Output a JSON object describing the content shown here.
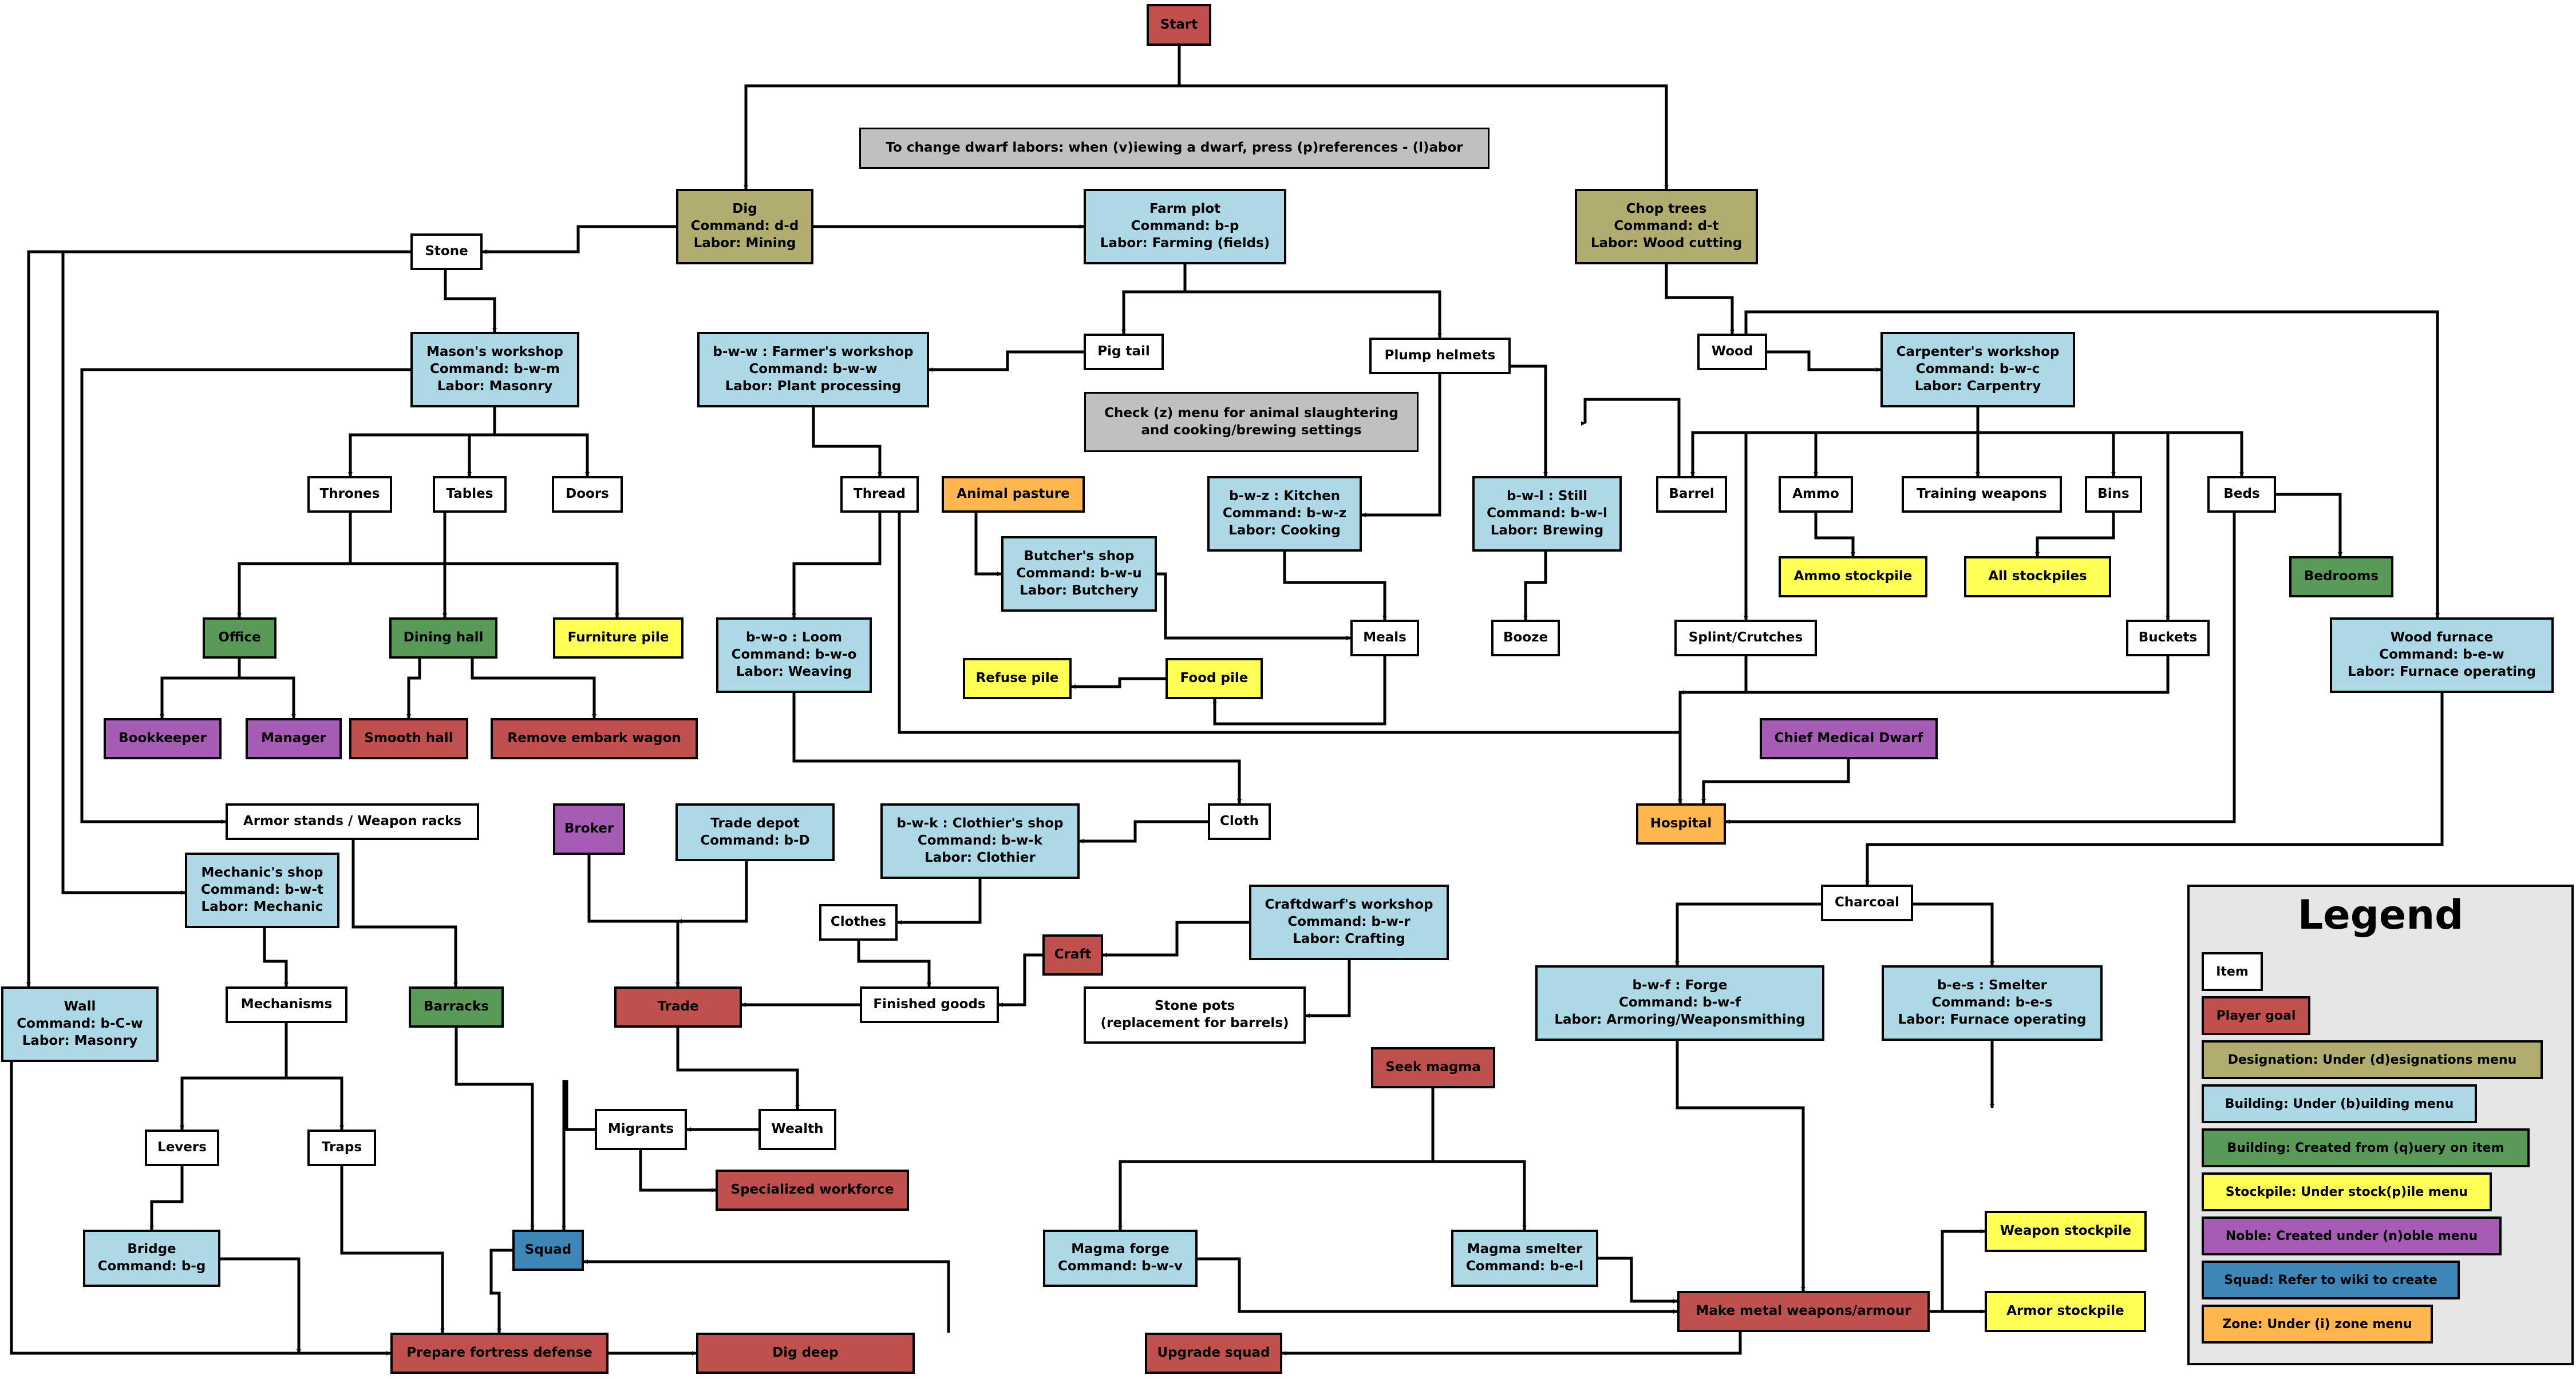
{
  "colors": {
    "item": "#ffffff",
    "goal": "#c0504d",
    "designation": "#b1ad6e",
    "building": "#add8e6",
    "created": "#5a9a58",
    "stockpile": "#ffff55",
    "noble": "#a65bb4",
    "squad": "#3d87b8",
    "zone": "#ffb64f",
    "note": "#c0c0c0"
  },
  "nodes": {
    "start": {
      "lines": [
        "Start"
      ],
      "kind": "goal"
    },
    "note_labors": {
      "lines": [
        "To change dwarf labors: when (v)iewing a dwarf, press (p)references - (l)abor"
      ],
      "kind": "note"
    },
    "dig": {
      "lines": [
        "Dig",
        "Command: d-d",
        "Labor: Mining"
      ],
      "kind": "designation"
    },
    "farm_plot": {
      "lines": [
        "Farm plot",
        "Command: b-p",
        "Labor: Farming (fields)"
      ],
      "kind": "building"
    },
    "chop_trees": {
      "lines": [
        "Chop trees",
        "Command: d-t",
        "Labor: Wood cutting"
      ],
      "kind": "designation"
    },
    "stone": {
      "lines": [
        "Stone"
      ],
      "kind": "item"
    },
    "masons_workshop": {
      "lines": [
        "Mason's workshop",
        "Command: b-w-m",
        "Labor: Masonry"
      ],
      "kind": "building"
    },
    "farmers_workshop": {
      "lines": [
        "b-w-w : Farmer's workshop",
        "Command: b-w-w",
        "Labor: Plant processing"
      ],
      "kind": "building"
    },
    "pig_tail": {
      "lines": [
        "Pig tail"
      ],
      "kind": "item"
    },
    "plump_helmets": {
      "lines": [
        "Plump helmets"
      ],
      "kind": "item"
    },
    "note_z": {
      "lines": [
        "Check (z) menu for animal slaughtering",
        "and cooking/brewing settings"
      ],
      "kind": "note"
    },
    "wood": {
      "lines": [
        "Wood"
      ],
      "kind": "item"
    },
    "carpenters_workshop": {
      "lines": [
        "Carpenter's workshop",
        "Command: b-w-c",
        "Labor: Carpentry"
      ],
      "kind": "building"
    },
    "thrones": {
      "lines": [
        "Thrones"
      ],
      "kind": "item"
    },
    "tables": {
      "lines": [
        "Tables"
      ],
      "kind": "item"
    },
    "doors": {
      "lines": [
        "Doors"
      ],
      "kind": "item"
    },
    "thread": {
      "lines": [
        "Thread"
      ],
      "kind": "item"
    },
    "animal_pasture": {
      "lines": [
        "Animal pasture"
      ],
      "kind": "zone"
    },
    "kitchen": {
      "lines": [
        "b-w-z : Kitchen",
        "Command: b-w-z",
        "Labor: Cooking"
      ],
      "kind": "building"
    },
    "still": {
      "lines": [
        "b-w-l : Still",
        "Command: b-w-l",
        "Labor: Brewing"
      ],
      "kind": "building"
    },
    "barrel": {
      "lines": [
        "Barrel"
      ],
      "kind": "item"
    },
    "ammo": {
      "lines": [
        "Ammo"
      ],
      "kind": "item"
    },
    "training_weapons": {
      "lines": [
        "Training weapons"
      ],
      "kind": "item"
    },
    "bins": {
      "lines": [
        "Bins"
      ],
      "kind": "item"
    },
    "beds": {
      "lines": [
        "Beds"
      ],
      "kind": "item"
    },
    "butchers_shop": {
      "lines": [
        "Butcher's shop",
        "Command: b-w-u",
        "Labor: Butchery"
      ],
      "kind": "building"
    },
    "ammo_stockpile": {
      "lines": [
        "Ammo stockpile"
      ],
      "kind": "stockpile"
    },
    "all_stockpiles": {
      "lines": [
        "All stockpiles"
      ],
      "kind": "stockpile"
    },
    "bedrooms": {
      "lines": [
        "Bedrooms"
      ],
      "kind": "created"
    },
    "office": {
      "lines": [
        "Office"
      ],
      "kind": "created"
    },
    "dining_hall": {
      "lines": [
        "Dining hall"
      ],
      "kind": "created"
    },
    "furniture_pile": {
      "lines": [
        "Furniture pile"
      ],
      "kind": "stockpile"
    },
    "loom": {
      "lines": [
        "b-w-o : Loom",
        "Command: b-w-o",
        "Labor: Weaving"
      ],
      "kind": "building"
    },
    "meals": {
      "lines": [
        "Meals"
      ],
      "kind": "item"
    },
    "booze": {
      "lines": [
        "Booze"
      ],
      "kind": "item"
    },
    "splint": {
      "lines": [
        "Splint/Crutches"
      ],
      "kind": "item"
    },
    "buckets": {
      "lines": [
        "Buckets"
      ],
      "kind": "item"
    },
    "wood_furnace": {
      "lines": [
        "Wood furnace",
        "Command: b-e-w",
        "Labor: Furnace operating"
      ],
      "kind": "building"
    },
    "refuse_pile": {
      "lines": [
        "Refuse pile"
      ],
      "kind": "stockpile"
    },
    "food_pile": {
      "lines": [
        "Food pile"
      ],
      "kind": "stockpile"
    },
    "bookkeeper": {
      "lines": [
        "Bookkeeper"
      ],
      "kind": "noble"
    },
    "manager": {
      "lines": [
        "Manager"
      ],
      "kind": "noble"
    },
    "smooth_hall": {
      "lines": [
        "Smooth hall"
      ],
      "kind": "goal"
    },
    "remove_wagon": {
      "lines": [
        "Remove embark wagon"
      ],
      "kind": "goal"
    },
    "cmd": {
      "lines": [
        "Chief Medical Dwarf"
      ],
      "kind": "noble"
    },
    "armor_stands": {
      "lines": [
        "Armor stands / Weapon racks"
      ],
      "kind": "item"
    },
    "broker": {
      "lines": [
        "Broker"
      ],
      "kind": "noble"
    },
    "trade_depot": {
      "lines": [
        "Trade depot",
        "Command: b-D"
      ],
      "kind": "building"
    },
    "clothiers_shop": {
      "lines": [
        "b-w-k : Clothier's shop",
        "Command: b-w-k",
        "Labor: Clothier"
      ],
      "kind": "building"
    },
    "cloth": {
      "lines": [
        "Cloth"
      ],
      "kind": "item"
    },
    "hospital": {
      "lines": [
        "Hospital"
      ],
      "kind": "zone"
    },
    "mechanics_shop": {
      "lines": [
        "Mechanic's shop",
        "Command: b-w-t",
        "Labor: Mechanic"
      ],
      "kind": "building"
    },
    "craftdwarfs_workshop": {
      "lines": [
        "Craftdwarf's workshop",
        "Command: b-w-r",
        "Labor: Crafting"
      ],
      "kind": "building"
    },
    "charcoal": {
      "lines": [
        "Charcoal"
      ],
      "kind": "item"
    },
    "clothes": {
      "lines": [
        "Clothes"
      ],
      "kind": "item"
    },
    "craft": {
      "lines": [
        "Craft"
      ],
      "kind": "goal"
    },
    "wall": {
      "lines": [
        "Wall",
        "Command: b-C-w",
        "Labor: Masonry"
      ],
      "kind": "building"
    },
    "mechanisms": {
      "lines": [
        "Mechanisms"
      ],
      "kind": "item"
    },
    "barracks": {
      "lines": [
        "Barracks"
      ],
      "kind": "created"
    },
    "trade": {
      "lines": [
        "Trade"
      ],
      "kind": "goal"
    },
    "finished_goods": {
      "lines": [
        "Finished goods"
      ],
      "kind": "item"
    },
    "stone_pots": {
      "lines": [
        "Stone pots",
        "(replacement for barrels)"
      ],
      "kind": "item"
    },
    "forge": {
      "lines": [
        "b-w-f : Forge",
        "Command: b-w-f",
        "Labor: Armoring/Weaponsmithing"
      ],
      "kind": "building"
    },
    "smelter": {
      "lines": [
        "b-e-s : Smelter",
        "Command: b-e-s",
        "Labor: Furnace operating"
      ],
      "kind": "building"
    },
    "seek_magma": {
      "lines": [
        "Seek magma"
      ],
      "kind": "goal"
    },
    "migrants": {
      "lines": [
        "Migrants"
      ],
      "kind": "item"
    },
    "wealth": {
      "lines": [
        "Wealth"
      ],
      "kind": "item"
    },
    "levers": {
      "lines": [
        "Levers"
      ],
      "kind": "item"
    },
    "traps": {
      "lines": [
        "Traps"
      ],
      "kind": "item"
    },
    "specialized_workforce": {
      "lines": [
        "Specialized workforce"
      ],
      "kind": "goal"
    },
    "bridge": {
      "lines": [
        "Bridge",
        "Command: b-g"
      ],
      "kind": "building"
    },
    "squad": {
      "lines": [
        "Squad"
      ],
      "kind": "squad"
    },
    "magma_forge": {
      "lines": [
        "Magma forge",
        "Command: b-w-v"
      ],
      "kind": "building"
    },
    "magma_smelter": {
      "lines": [
        "Magma smelter",
        "Command: b-e-l"
      ],
      "kind": "building"
    },
    "weapon_stockpile": {
      "lines": [
        "Weapon stockpile"
      ],
      "kind": "stockpile"
    },
    "make_metal": {
      "lines": [
        "Make metal weapons/armour"
      ],
      "kind": "goal"
    },
    "armor_stockpile": {
      "lines": [
        "Armor stockpile"
      ],
      "kind": "stockpile"
    },
    "prepare_defense": {
      "lines": [
        "Prepare fortress defense"
      ],
      "kind": "goal"
    },
    "dig_deep": {
      "lines": [
        "Dig deep"
      ],
      "kind": "goal"
    },
    "upgrade_squad": {
      "lines": [
        "Upgrade squad"
      ],
      "kind": "goal"
    }
  },
  "legend": {
    "title": "Legend",
    "items": [
      {
        "label": "Item",
        "kind": "item"
      },
      {
        "label": "Player goal",
        "kind": "goal"
      },
      {
        "label": "Designation: Under (d)esignations menu",
        "kind": "designation"
      },
      {
        "label": "Building: Under (b)uilding menu",
        "kind": "building"
      },
      {
        "label": "Building: Created from (q)uery on item",
        "kind": "created"
      },
      {
        "label": "Stockpile: Under stock(p)ile menu",
        "kind": "stockpile"
      },
      {
        "label": "Noble: Created under (n)oble menu",
        "kind": "noble"
      },
      {
        "label": "Squad: Refer to wiki to create",
        "kind": "squad"
      },
      {
        "label": "Zone: Under (i) zone menu",
        "kind": "zone"
      }
    ]
  }
}
